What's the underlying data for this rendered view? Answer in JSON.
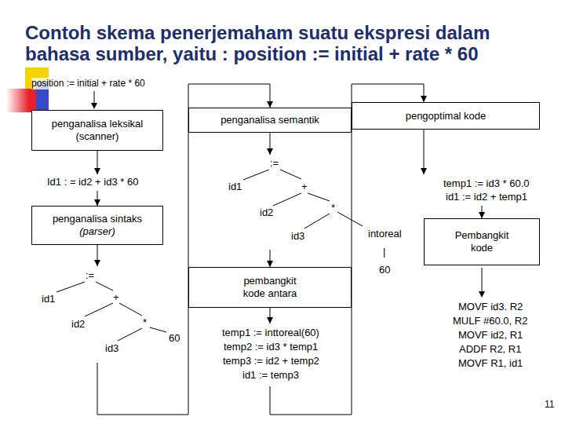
{
  "diagram": {
    "title": "Contoh skema penerjemaham suatu ekspresi dalam bahasa sumber, yaitu : position := initial + rate * 60",
    "nodes": [
      {
        "text": [
          "penganalisa leksikal (scanner)"
        ]
      },
      {
        "text": [
          "penganalisa sintaks",
          "(parser)"
        ]
      },
      {
        "text": [
          "penganalisa semantik"
        ]
      },
      {
        "text": [
          "pembangkit kode antara"
        ]
      },
      {
        "text": [
          "pengoptimal kode"
        ]
      },
      {
        "text": [
          "Pembangkit kode"
        ]
      }
    ],
    "edges": [
      {
        "from": 0,
        "to": 1,
        "arrow": "to"
      },
      {
        "from": 1,
        "to": 2,
        "arrow": "to"
      },
      {
        "from": 2,
        "to": 3,
        "arrow": "to"
      },
      {
        "from": 3,
        "to": 4,
        "arrow": "to"
      },
      {
        "from": 4,
        "to": 5,
        "arrow": "to"
      }
    ],
    "labels": [
      "position := initial + rate * 60",
      "Id1 : = id2 + id3 * 60",
      ":=",
      "id1",
      "+",
      "id2",
      "*",
      "id3",
      "60",
      ":=",
      "id1",
      "+",
      "id2",
      "*",
      "id3",
      "intoreal",
      "|",
      "60",
      "temp1 := inttoreal(60)",
      "temp2 := id3 * temp1",
      "temp3 := id2 + temp2",
      "id1 := temp3",
      "temp1 := id3 * 60.0",
      "id1 := id2 + temp1",
      "MOVF id3. R2",
      "MULF #60.0, R2",
      "MOVF id2, R1",
      "ADDF R2, R1",
      "MOVF R1, id1",
      "11"
    ]
  }
}
